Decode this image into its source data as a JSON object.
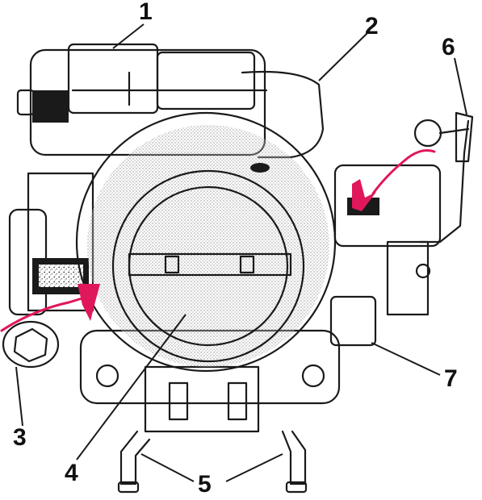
{
  "diagram": {
    "callouts": [
      {
        "id": "1",
        "label": "1"
      },
      {
        "id": "2",
        "label": "2"
      },
      {
        "id": "3",
        "label": "3"
      },
      {
        "id": "4",
        "label": "4"
      },
      {
        "id": "5",
        "label": "5"
      },
      {
        "id": "6",
        "label": "6"
      },
      {
        "id": "7",
        "label": "7"
      }
    ],
    "colors": {
      "ink": "#1a1a1a",
      "highlight_arrow": "#e0175a",
      "paper": "#ffffff"
    }
  }
}
